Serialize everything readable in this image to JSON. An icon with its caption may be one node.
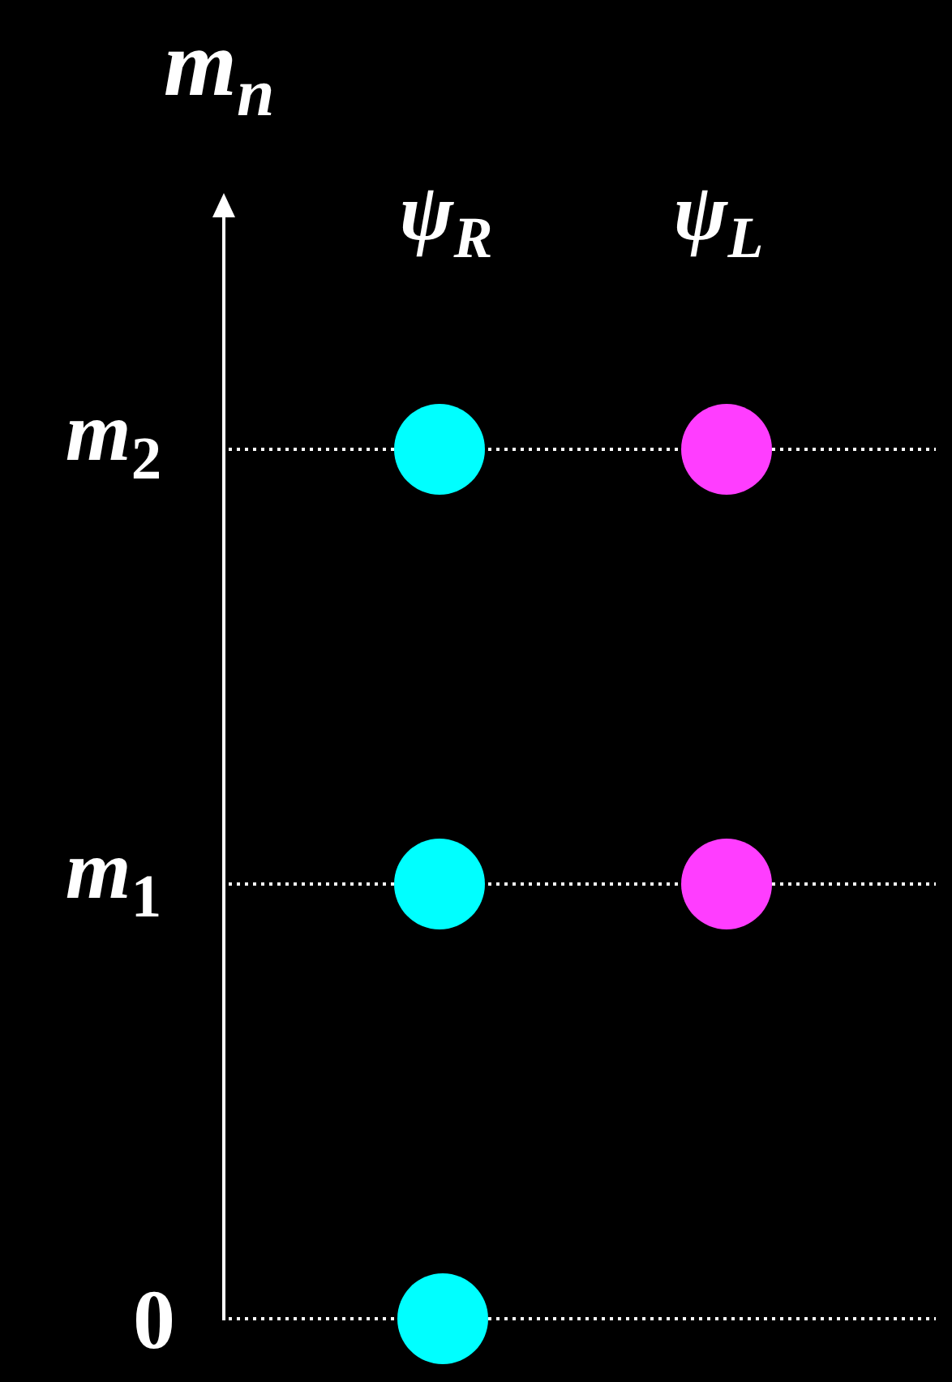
{
  "diagram": {
    "nodes": [
      {
        "text": [],
        "shape": "circle"
      },
      {
        "text": [],
        "shape": "circle"
      },
      {
        "text": [],
        "shape": "circle"
      },
      {
        "text": [],
        "shape": "circle"
      },
      {
        "text": [],
        "shape": "circle"
      }
    ],
    "labels": [
      "m$_{n}$",
      "ψ$_{R}$",
      "ψ$_{L}$",
      "*m*$_{2}$",
      "*m*$_{1}$",
      "0"
    ]
  }
}
